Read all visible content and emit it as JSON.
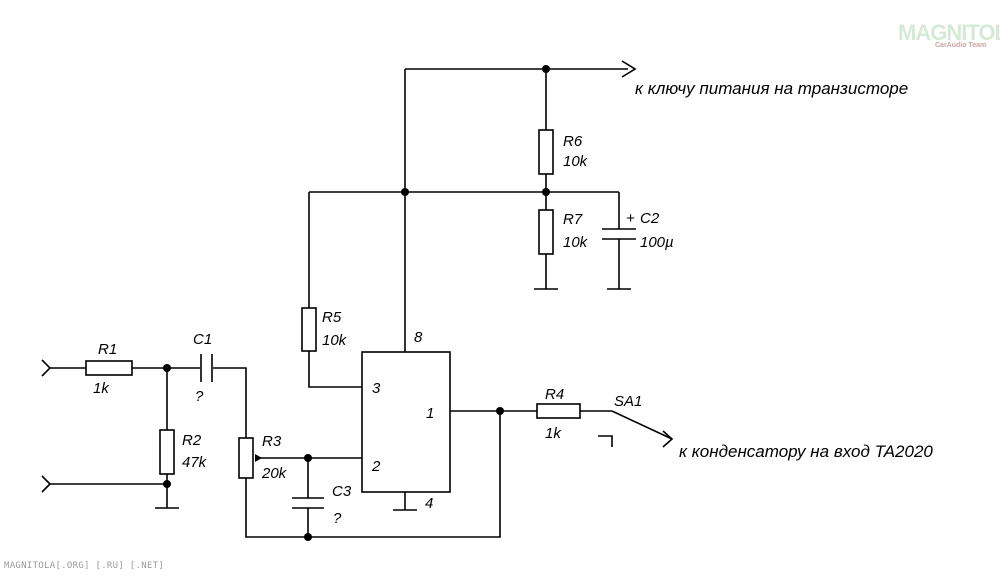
{
  "watermark": {
    "logo": "MAGNITOLA",
    "team": "CarAudio Team"
  },
  "footer": "MAGNITOLA[.ORG] [.RU] [.NET]",
  "labels": {
    "power_key": "к ключу питания на транзисторе",
    "to_capacitor": "к конденсатору на вход TA2020"
  },
  "components": {
    "R1": {
      "name": "R1",
      "value": "1k"
    },
    "R2": {
      "name": "R2",
      "value": "47k"
    },
    "R3": {
      "name": "R3",
      "value": "20k"
    },
    "R4": {
      "name": "R4",
      "value": "1k"
    },
    "R5": {
      "name": "R5",
      "value": "10k"
    },
    "R6": {
      "name": "R6",
      "value": "10k"
    },
    "R7": {
      "name": "R7",
      "value": "10k"
    },
    "C1": {
      "name": "C1",
      "value": "?"
    },
    "C2": {
      "name": "C2",
      "value": "100µ",
      "polarity": "+"
    },
    "C3": {
      "name": "C3",
      "value": "?"
    },
    "SA1": {
      "name": "SA1"
    }
  },
  "ic_pins": {
    "p8": "8",
    "p3": "3",
    "p1": "1",
    "p2": "2",
    "p4": "4"
  }
}
